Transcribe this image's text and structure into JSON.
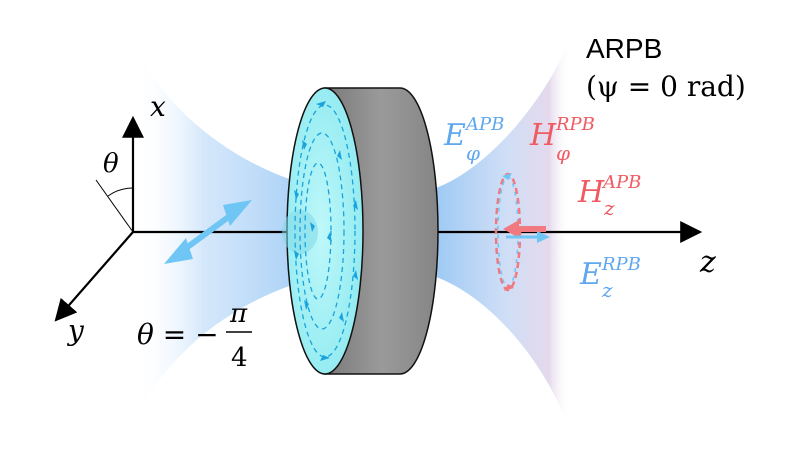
{
  "title_line1": "ARPB",
  "title_line2": "(ψ = 0 rad)",
  "axes": {
    "x": "x",
    "y": "y",
    "z": "z"
  },
  "angle_symbol": "θ",
  "angle_value": {
    "lhs": "θ = −",
    "num": "π",
    "den": "4"
  },
  "field_labels": {
    "E_phi": {
      "base": "E",
      "sub": "φ",
      "sup": "APB"
    },
    "H_phi": {
      "base": "H",
      "sub": "φ",
      "sup": "RPB"
    },
    "H_z": {
      "base": "H",
      "sub": "z",
      "sup": "APB"
    },
    "E_z": {
      "base": "E",
      "sub": "z",
      "sup": "RPB"
    }
  },
  "colors": {
    "blue_label": "#5fa8ee",
    "red_label": "#ef5b63",
    "beam_blue": "#9fc9f5",
    "disk_cyan": "#9ff3f6",
    "disk_side": "#8c8c8c",
    "axis": "#000000",
    "arrow_blue": "#6fc6f5",
    "arrow_red": "#f07a80"
  }
}
